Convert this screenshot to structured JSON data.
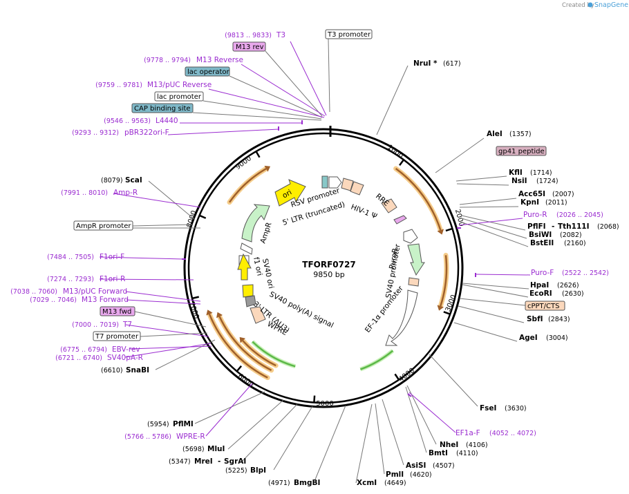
{
  "credit": {
    "prefix": "Created by",
    "brand": "SnapGene"
  },
  "plasmid": {
    "name": "TFORF0727",
    "length": "9850 bp"
  },
  "ring_ticks": [
    "1000",
    "2000",
    "3000",
    "4000",
    "5000",
    "6000",
    "7000",
    "8000",
    "9000"
  ],
  "enzymes": [
    {
      "name": "NruI *",
      "pos": "(617)"
    },
    {
      "name": "AleI",
      "pos": "(1357)"
    },
    {
      "name": "KflI",
      "pos": "(1714)"
    },
    {
      "name": "NsiI",
      "pos": "(1724)"
    },
    {
      "name": "Acc65I",
      "pos": "(2007)"
    },
    {
      "name": "KpnI",
      "pos": "(2011)"
    },
    {
      "name": "PflFI",
      "name2": "Tth111I",
      "pos": "(2068)"
    },
    {
      "name": "BsiWI",
      "pos": "(2082)"
    },
    {
      "name": "BstEII",
      "pos": "(2160)"
    },
    {
      "name": "HpaI",
      "pos": "(2626)"
    },
    {
      "name": "EcoRI",
      "pos": "(2630)"
    },
    {
      "name": "SbfI",
      "pos": "(2843)"
    },
    {
      "name": "AgeI",
      "pos": "(3004)"
    },
    {
      "name": "FseI",
      "pos": "(3630)"
    },
    {
      "name": "NheI",
      "pos": "(4106)"
    },
    {
      "name": "BmtI",
      "pos": "(4110)"
    },
    {
      "name": "AsiSI",
      "pos": "(4507)"
    },
    {
      "name": "PmlI",
      "pos": "(4620)"
    },
    {
      "name": "XcmI",
      "pos": "(4649)"
    },
    {
      "name": "BmgBI",
      "pos": "(4971)"
    },
    {
      "name": "BlpI",
      "pos": "(5225)"
    },
    {
      "name": "MreI",
      "name2": "SgrAI",
      "pos": "(5347)"
    },
    {
      "name": "MluI",
      "pos": "(5698)"
    },
    {
      "name": "PflMI",
      "pos": "(5954)"
    },
    {
      "name": "SnaBI",
      "pos": "(6610)"
    },
    {
      "name": "ScaI",
      "pos": "(8079)"
    }
  ],
  "primers": [
    {
      "name": "T3",
      "range": "(9813 .. 9833)"
    },
    {
      "name": "M13 Reverse",
      "range": "(9778 .. 9794)"
    },
    {
      "name": "M13/pUC Reverse",
      "range": "(9759 .. 9781)"
    },
    {
      "name": "L4440",
      "range": "(9546 .. 9563)"
    },
    {
      "name": "pBR322ori-F",
      "range": "(9293 .. 9312)"
    },
    {
      "name": "Amp-R",
      "range": "(7991 .. 8010)"
    },
    {
      "name": "F1ori-F",
      "range": "(7484 .. 7505)"
    },
    {
      "name": "F1ori-R",
      "range": "(7274 .. 7293)"
    },
    {
      "name": "M13/pUC Forward",
      "range": "(7038 .. 7060)"
    },
    {
      "name": "M13 Forward",
      "range": "(7029 .. 7046)"
    },
    {
      "name": "T7",
      "range": "(7000 .. 7019)"
    },
    {
      "name": "EBV-rev",
      "range": "(6775 .. 6794)"
    },
    {
      "name": "SV40pA-R",
      "range": "(6721 .. 6740)"
    },
    {
      "name": "WPRE-R",
      "range": "(5766 .. 5786)"
    },
    {
      "name": "Puro-R",
      "range": "(2026 .. 2045)"
    },
    {
      "name": "Puro-F",
      "range": "(2522 .. 2542)"
    },
    {
      "name": "EF1a-F",
      "range": "(4052 .. 4072)"
    }
  ],
  "boxes": [
    {
      "label": "T3 promoter",
      "fill": "#ffffff"
    },
    {
      "label": "M13 rev",
      "fill": "#e8a8ec"
    },
    {
      "label": "lac operator",
      "fill": "#7fb8c8"
    },
    {
      "label": "lac promoter",
      "fill": "#ffffff"
    },
    {
      "label": "CAP binding site",
      "fill": "#7fb8c8"
    },
    {
      "label": "gp41 peptide",
      "fill": "#d8b0c0"
    },
    {
      "label": "cPPT/CTS",
      "fill": "#fbd8bc"
    },
    {
      "label": "AmpR promoter",
      "fill": "#ffffff"
    },
    {
      "label": "M13 fwd",
      "fill": "#e8a8ec"
    },
    {
      "label": "T7 promoter",
      "fill": "#ffffff"
    }
  ],
  "features": {
    "rsv": "RSV promoter",
    "ltr5": "5' LTR (truncated)",
    "hiv": "HIV-1 Ψ",
    "rre": "RRE",
    "puror": "PuroR",
    "sv40p": "SV40 promoter",
    "ef1a": "EF-1α promoter",
    "wpre": "WPRE",
    "ltr3": "3' LTR (ΔU3)",
    "sv40pa": "SV40 poly(A) signal",
    "sv40ori": "SV40 ori",
    "f1ori": "f1 ori",
    "ampr": "AmpR",
    "ori": "ori"
  },
  "colors": {
    "primer": "#9a2bd0",
    "orf": "#e8a33a",
    "orf_fill": "#a0602a",
    "green": "#5cb848",
    "yellow": "#ffee00",
    "ampr": "#c8f2c8"
  }
}
